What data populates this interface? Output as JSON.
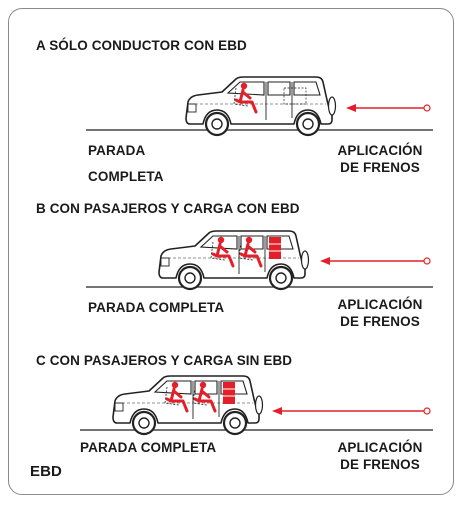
{
  "panels": [
    {
      "heading": "A SÓLO CONDUCTOR CON EBD",
      "stop_label_line1": "PARADA",
      "stop_label_line2": "COMPLETA",
      "brake_label_line1": "APLICACIÓN",
      "brake_label_line2": "DE FRENOS"
    },
    {
      "heading": "B CON PASAJEROS Y CARGA CON EBD",
      "stop_label": "PARADA COMPLETA",
      "brake_label_line1": "APLICACIÓN",
      "brake_label_line2": "DE FRENOS"
    },
    {
      "heading": "C CON PASAJEROS Y CARGA SIN EBD",
      "stop_label": "PARADA COMPLETA",
      "brake_label_line1": "APLICACIÓN",
      "brake_label_line2": "DE FRENOS"
    }
  ],
  "footer_label": "EBD",
  "colors": {
    "accent": "#e3202a",
    "line": "#222222",
    "frame": "#8a8a8a"
  },
  "icons": [
    "suv-icon",
    "driver-icon",
    "passenger-icon",
    "cargo-icon",
    "arrow-left-icon"
  ]
}
